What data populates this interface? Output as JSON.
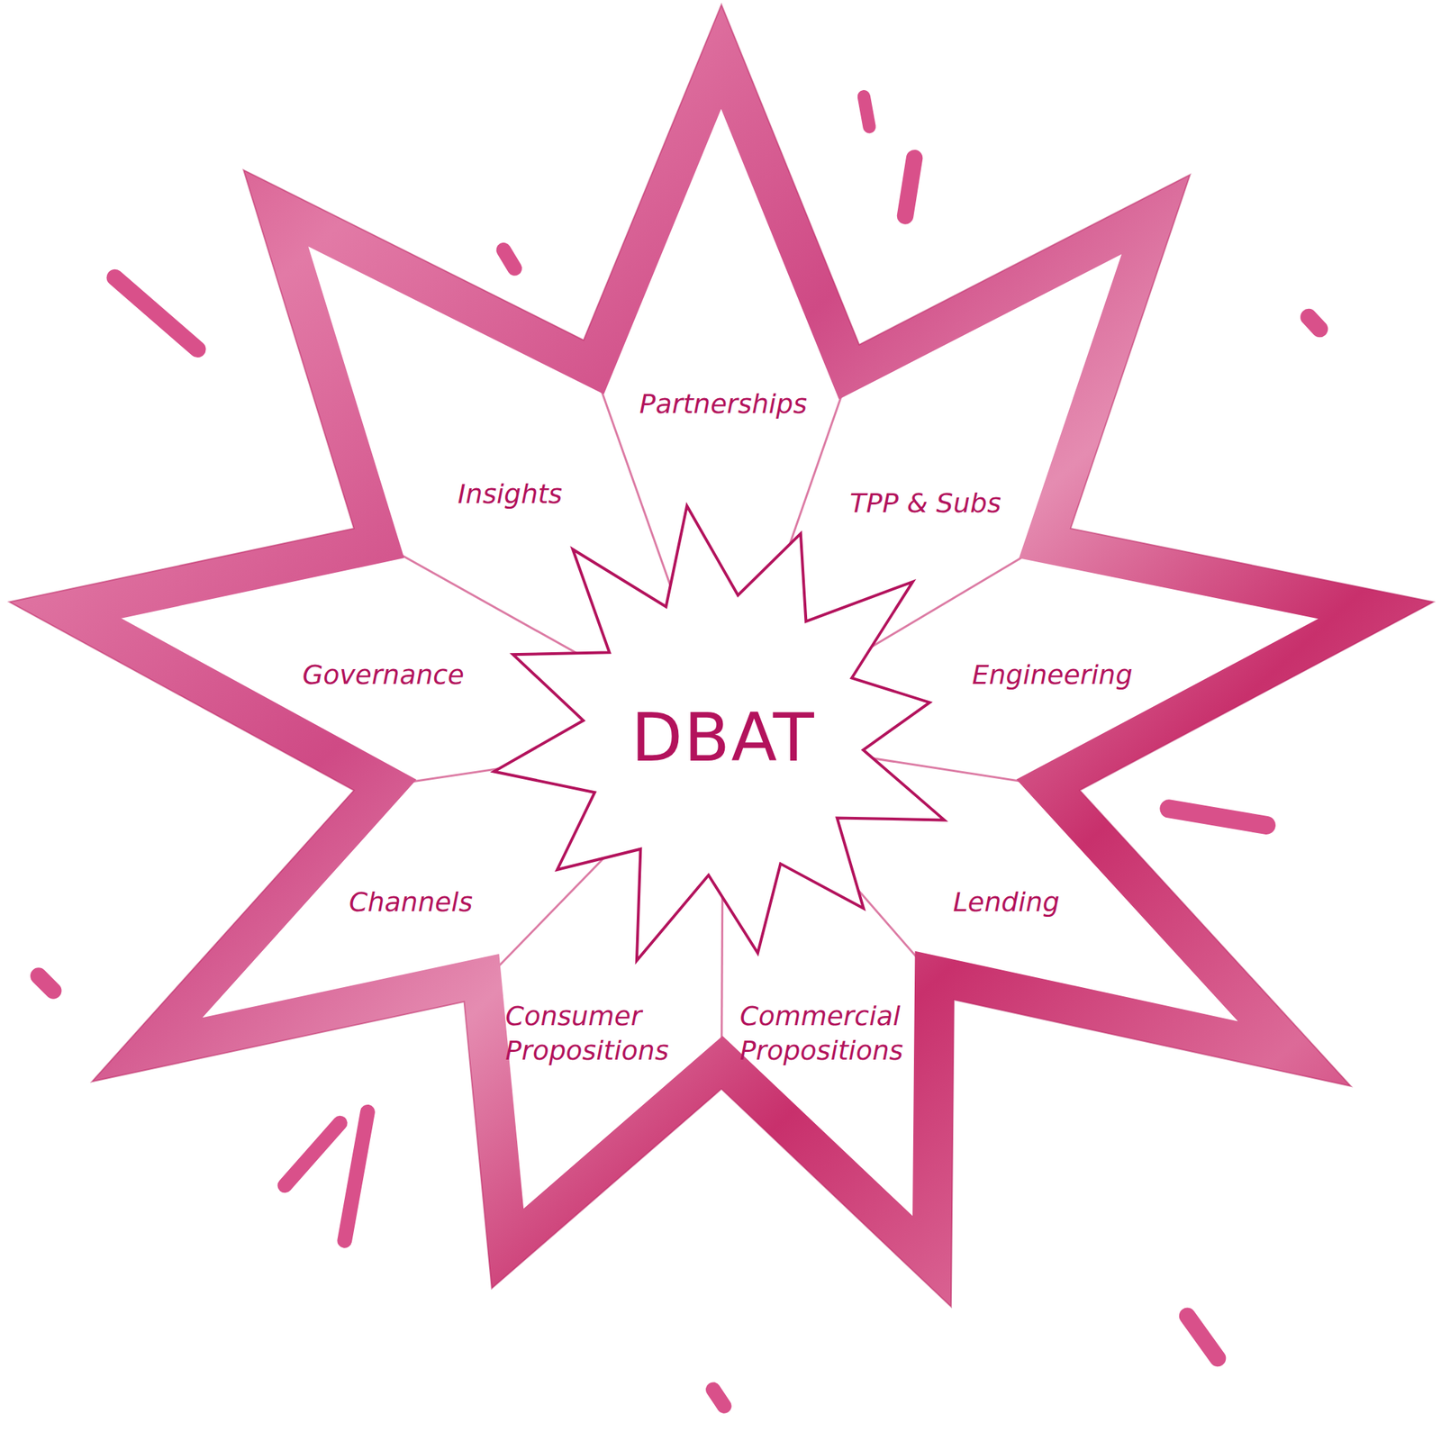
{
  "diagram": {
    "nodes": [
      {
        "text": [
          "DBAT"
        ]
      },
      {
        "text": [
          "Partnerships"
        ]
      },
      {
        "text": [
          "TPP & Subs"
        ]
      },
      {
        "text": [
          "Engineering"
        ]
      },
      {
        "text": [
          "Lending"
        ]
      },
      {
        "text": [
          "Commercial Propositions"
        ]
      },
      {
        "text": [
          "Consumer Propositions"
        ]
      },
      {
        "text": [
          "Channels"
        ]
      },
      {
        "text": [
          "Governance"
        ]
      },
      {
        "text": [
          "Insights"
        ]
      }
    ]
  }
}
